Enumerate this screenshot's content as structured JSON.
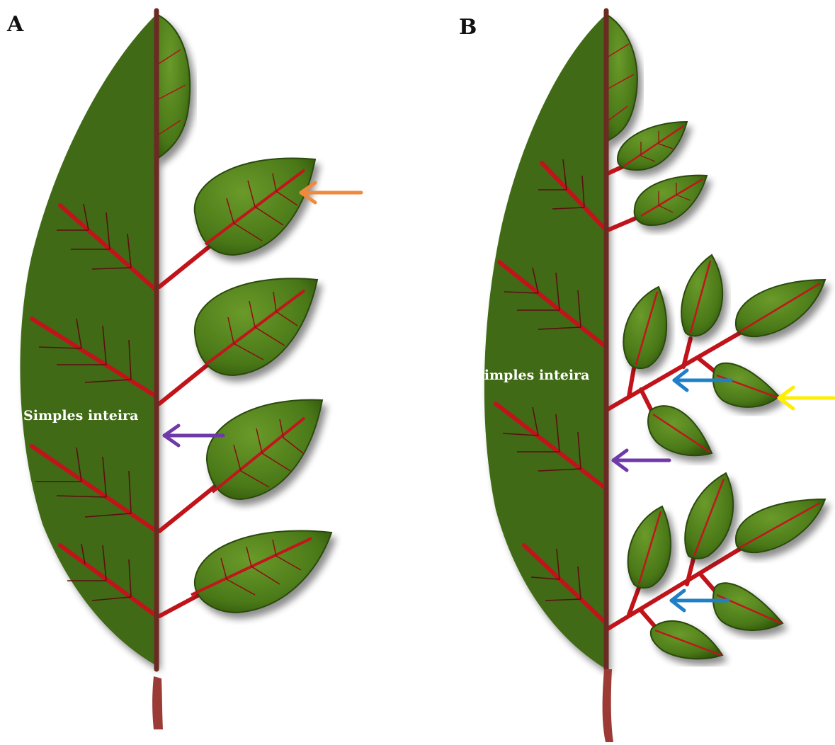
{
  "colors": {
    "leaf": "#3f6b12",
    "leaflet": "#4c7a18",
    "vein": "#c0141a",
    "minor_vein": "#7a1010",
    "midrib": "#6b2a22",
    "petiole": "#9c3a36",
    "arrow_orange": "#f08a3a",
    "arrow_purple": "#6f3aa8",
    "arrow_blue": "#1f80c8",
    "arrow_yellow": "#ffee00"
  },
  "panels": [
    {
      "letter": "A",
      "label": "Simples inteira"
    },
    {
      "letter": "B",
      "label": "Simples inteira"
    }
  ]
}
